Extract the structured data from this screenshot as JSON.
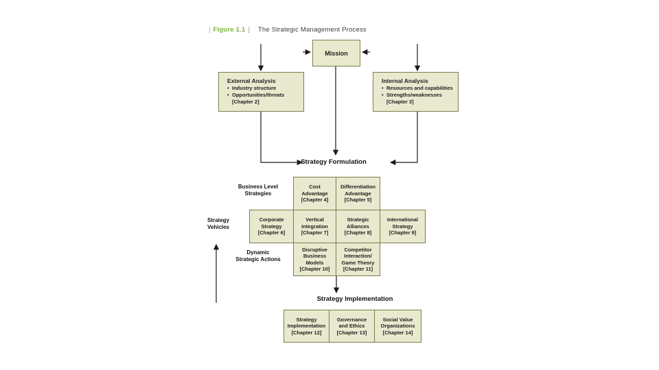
{
  "figure": {
    "bracket_open": "|",
    "label": "Figure 1.1",
    "bracket_close": "]",
    "title": "The Strategic Management Process"
  },
  "colors": {
    "figure_green": "#7cb338",
    "box_fill": "#e9e9cf",
    "box_border": "#7d7d4a",
    "arrow": "#1a1a1a",
    "bracket_gray": "#9a9a9a"
  },
  "mission": {
    "title": "Mission"
  },
  "external_analysis": {
    "title": "External Analysis",
    "bullets": [
      "Industry structure",
      "Opportunities/threats"
    ],
    "chapter": "[Chapter 2]"
  },
  "internal_analysis": {
    "title": "Internal Analysis",
    "bullets": [
      "Resources and capabilities",
      "Strengths/weaknesses"
    ],
    "chapter": "[Chapter 3]"
  },
  "sections": {
    "formulation": "Strategy Formulation",
    "implementation": "Strategy Implementation"
  },
  "row_labels": {
    "business_level": [
      "Business Level",
      "Strategies"
    ],
    "strategy_vehicles": [
      "Strategy",
      "Vehicles"
    ],
    "dynamic_actions": [
      "Dynamic",
      "Strategic Actions"
    ]
  },
  "grid_cells": {
    "cost_advantage": [
      "Cost",
      "Advantage",
      "[Chapter 4]"
    ],
    "differentiation_advantage": [
      "Differentiation",
      "Advantage",
      "[Chapter 5]"
    ],
    "corporate_strategy": [
      "Corporate",
      "Strategy",
      "[Chapter 6]"
    ],
    "vertical_integration": [
      "Vertical",
      "Integration",
      "[Chapter 7]"
    ],
    "strategic_alliances": [
      "Strategic",
      "Alliances",
      "[Chapter 8]"
    ],
    "international_strategy": [
      "International",
      "Strategy",
      "[Chapter 9]"
    ],
    "disruptive_models": [
      "Disruptive",
      "Business",
      "Models",
      "[Chapter 10]"
    ],
    "competitor_interaction": [
      "Competitor",
      "Interaction/",
      "Game Theory",
      "[Chapter 11]"
    ]
  },
  "bottom_cells": {
    "strategy_implementation": [
      "Strategy",
      "Implementation",
      "[Chapter 12]"
    ],
    "governance_ethics": [
      "Governance",
      "and Ethics",
      "[Chapter 13]"
    ],
    "social_value": [
      "Social Value",
      "Organizations",
      "[Chapter 14]"
    ]
  }
}
